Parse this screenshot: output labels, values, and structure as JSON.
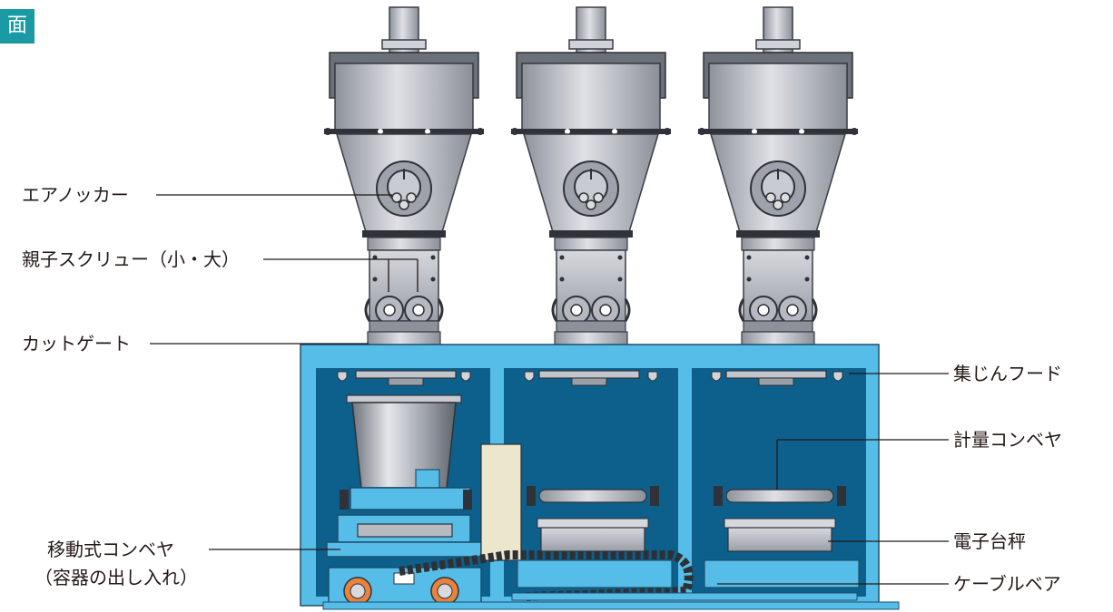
{
  "corner_tag": "面",
  "labels": {
    "air_knocker": "エアノッカー",
    "screws": "親子スクリュー（小・大）",
    "cut_gate": "カットゲート",
    "dust_hood": "集じんフード",
    "weigh_conveyor": "計量コンベヤ",
    "mobile_conveyor_line1": "移動式コンベヤ",
    "mobile_conveyor_line2": "（容器の出し入れ）",
    "scale": "電子台秤",
    "cable_bear": "ケーブルベア"
  },
  "colors": {
    "cabinet_outer": "#56bde8",
    "cabinet_inner": "#0d5f8c",
    "hopper_metal": "#b9bcc4",
    "accent_tag": "#1a9aa5"
  }
}
